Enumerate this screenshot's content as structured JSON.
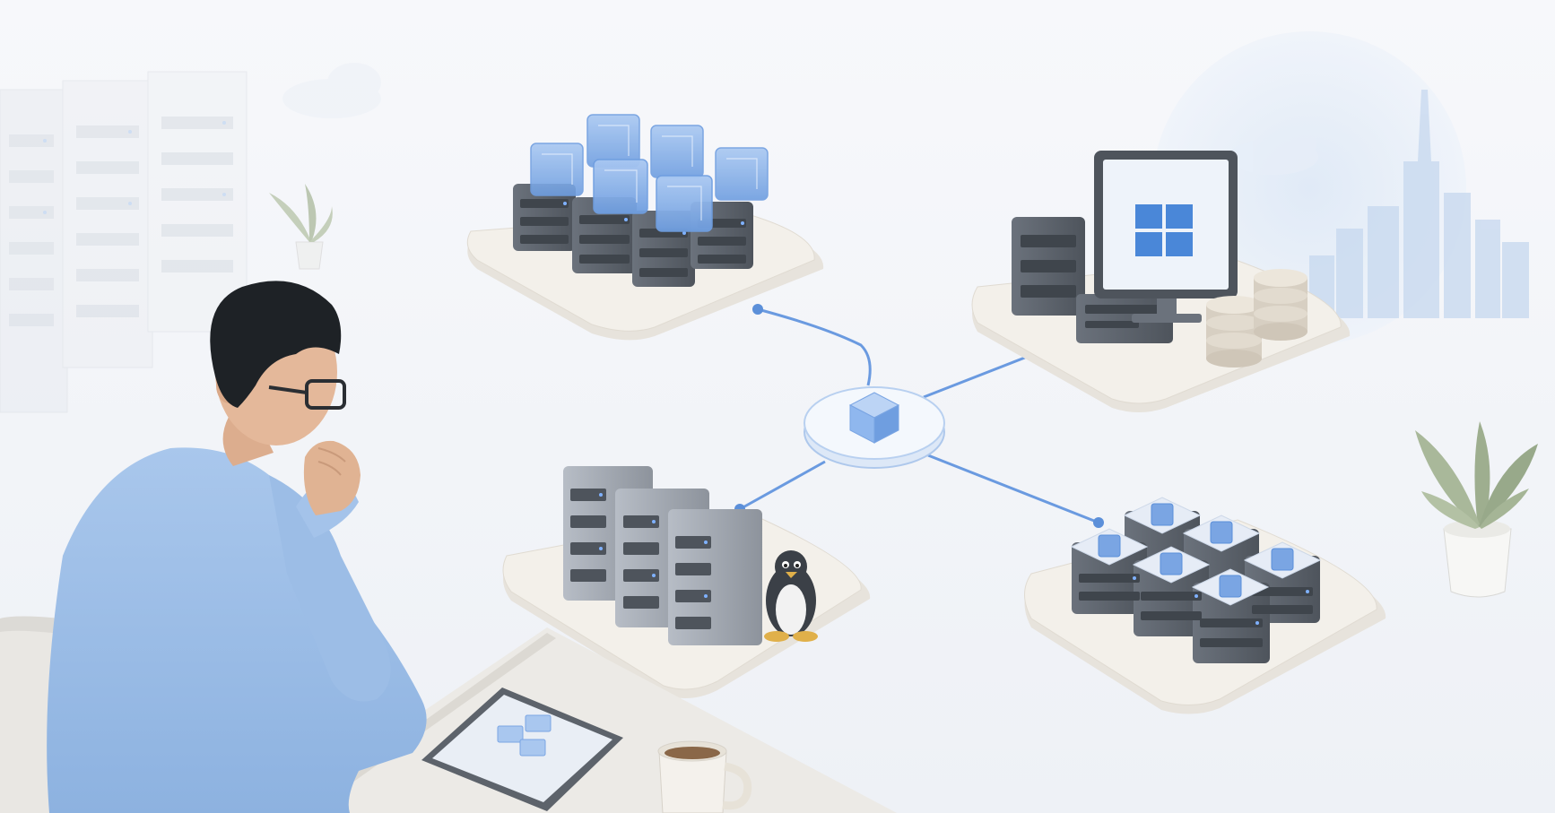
{
  "scene": {
    "description_tag": "isometric-hybrid-infrastructure-illustration",
    "colors": {
      "background": "#f3f5f9",
      "accent_blue": "#5b8fd9",
      "cube_blue": "#8fb7ee",
      "server_dark": "#5f6670",
      "server_light": "#c9ced6",
      "platform": "#f1eee8",
      "shirt": "#9fc0e8",
      "hair": "#1e2226",
      "skin": "#e4b89a"
    },
    "icons": [
      "windows-logo-icon",
      "linux-penguin-icon",
      "container-cube-icon",
      "database-stack-icon",
      "coffee-mug-icon",
      "tablet-icon",
      "potted-plant-icon",
      "city-skyline-icon",
      "cloud-icon"
    ],
    "nodes": [
      {
        "id": "container-cluster",
        "position": "top-left"
      },
      {
        "id": "windows-workstation",
        "position": "top-right"
      },
      {
        "id": "linux-servers",
        "position": "bottom-left"
      },
      {
        "id": "edge-cluster",
        "position": "bottom-right"
      }
    ]
  }
}
